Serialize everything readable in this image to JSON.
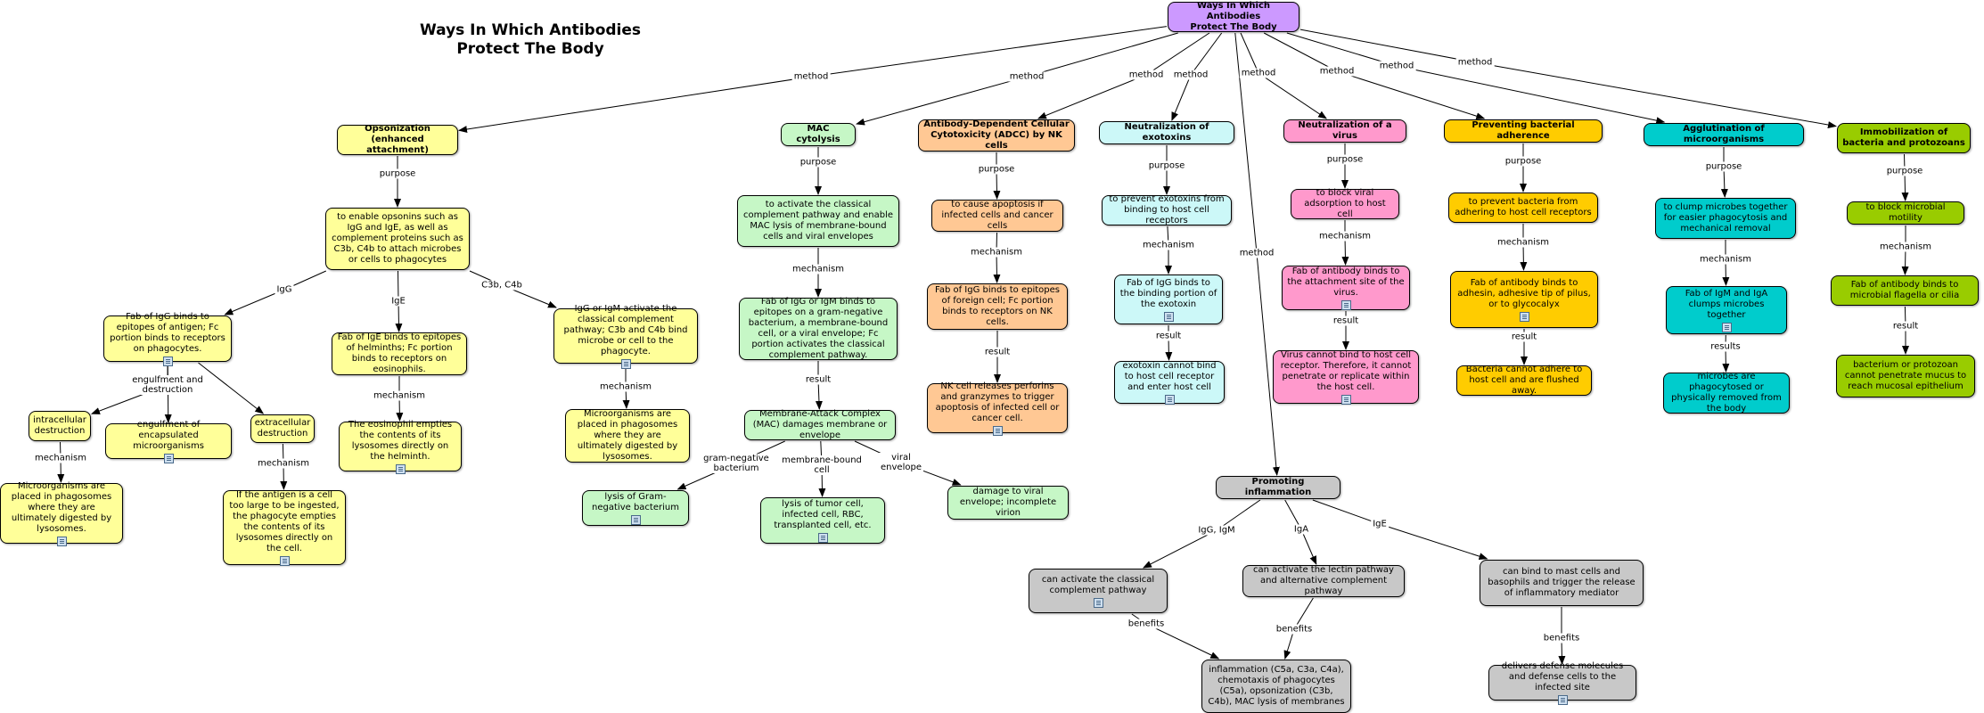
{
  "title": "Ways In Which Antibodies\nProtect The Body",
  "colors": {
    "root": "#cc99ff",
    "opsonization": "#ffff99",
    "mac": "#c6f7c6",
    "adcc": "#ffc894",
    "exotoxin": "#ccf8f8",
    "virus": "#ff99cc",
    "adherence": "#ffcc00",
    "agglutination": "#00cccc",
    "immobilization": "#99cc00",
    "inflammation": "#c8c8c8"
  },
  "nodes": {
    "root": {
      "text": "Ways In Which Antibodies\nProtect The Body"
    },
    "op": {
      "text": "Opsonization\n(enhanced attachment)"
    },
    "op_p": {
      "text": "to enable opsonins such as IgG and IgE, as well as complement proteins such as C3b, C4b to attach microbes or cells to phagocytes"
    },
    "op_igg": {
      "text": "Fab of IgG binds to epitopes of antigen; Fc portion binds to receptors on phagocytes."
    },
    "op_ige": {
      "text": "Fab of IgE binds to epitopes of helminths; Fc portion binds to receptors on eosinophils."
    },
    "op_c3b": {
      "text": "IgG or IgM activate the classical complement pathway; C3b and C4b bind microbe or cell to the phagocyte."
    },
    "op_intra": {
      "text": "intracellular destruction"
    },
    "op_engulf": {
      "text": "engulfment of encapsulated microorganisms"
    },
    "op_extra": {
      "text": "extracellular destruction"
    },
    "op_intra_m": {
      "text": "Microorganisms are placed in phagosomes where they are ultimately digested by lysosomes."
    },
    "op_extra_m": {
      "text": "If the antigen is a cell too large to be ingested, the phagocyte empties the contents of its lysosomes directly on the cell."
    },
    "op_eos": {
      "text": "The eosinophil empties the contents of its lysosomes directly on the helminth."
    },
    "op_c3b_m": {
      "text": "Microorganisms are placed in phagosomes where they are ultimately digested by lysosomes."
    },
    "mac": {
      "text": "MAC cytolysis"
    },
    "mac_p": {
      "text": "to activate the classical complement pathway and enable MAC lysis of membrane-bound cells and viral envelopes"
    },
    "mac_m": {
      "text": "Fab of IgG or IgM binds to epitopes on a gram-negative bacterium, a membrane-bound cell, or a viral envelope; Fc portion activates the classical complement pathway."
    },
    "mac_r": {
      "text": "Membrane-Attack Complex (MAC) damages membrane or envelope"
    },
    "mac_gn": {
      "text": "lysis of Gram-negative bacterium"
    },
    "mac_cell": {
      "text": "lysis of tumor cell, infected cell, RBC, transplanted cell, etc."
    },
    "mac_vir": {
      "text": "damage to viral envelope; incomplete virion"
    },
    "adcc": {
      "text": "Antibody-Dependent Cellular Cytotoxicity (ADCC) by NK cells"
    },
    "adcc_p": {
      "text": "to cause apoptosis if infected cells and cancer cells"
    },
    "adcc_m": {
      "text": "Fab of IgG binds to epitopes of foreign cell; Fc portion binds to receptors on NK cells."
    },
    "adcc_r": {
      "text": "NK cell releases perforins and granzymes to trigger apoptosis of infected cell or cancer cell."
    },
    "exo": {
      "text": "Neutralization of exotoxins"
    },
    "exo_p": {
      "text": "to prevent exotoxins from binding to host cell receptors"
    },
    "exo_m": {
      "text": "Fab of IgG binds to the binding portion of the exotoxin"
    },
    "exo_r": {
      "text": "exotoxin cannot bind to host cell receptor and enter host cell"
    },
    "vir": {
      "text": "Neutralization of a virus"
    },
    "vir_p": {
      "text": "to block viral adsorption to host cell"
    },
    "vir_m": {
      "text": "Fab of antibody binds to the attachment site of the virus."
    },
    "vir_r": {
      "text": "Virus cannot bind to host cell receptor. Therefore, it cannot penetrate or replicate within the host cell."
    },
    "adh": {
      "text": "Preventing bacterial adherence"
    },
    "adh_p": {
      "text": "to prevent bacteria from adhering to host cell receptors"
    },
    "adh_m": {
      "text": "Fab of antibody binds to adhesin, adhesive tip of pilus, or to glycocalyx"
    },
    "adh_r": {
      "text": "Bacteria cannot adhere to host cell and are flushed away."
    },
    "agg": {
      "text": "Agglutination of microorganisms"
    },
    "agg_p": {
      "text": "to clump microbes together for easier phagocytosis and mechanical removal"
    },
    "agg_m": {
      "text": "Fab of IgM and IgA clumps microbes together"
    },
    "agg_r": {
      "text": "microbes are phagocytosed or physically removed from the body"
    },
    "imm": {
      "text": "Immobilization of bacteria and protozoans"
    },
    "imm_p": {
      "text": "to block microbial motility"
    },
    "imm_m": {
      "text": "Fab of antibody binds to microbial flagella or cilia"
    },
    "imm_r": {
      "text": "bacterium or protozoan cannot penetrate mucus to reach mucosal epithelium"
    },
    "inf": {
      "text": "Promoting inflammation"
    },
    "inf_igg": {
      "text": "can activate the classical complement pathway"
    },
    "inf_iga": {
      "text": "can activate the lectin pathway and alternative complement pathway"
    },
    "inf_ige": {
      "text": "can bind to mast cells and basophils and trigger the release of inflammatory mediator"
    },
    "inf_res": {
      "text": "inflammation (C5a, C3a, C4a), chemotaxis of phagocytes (C5a), opsonization (C3b, C4b), MAC lysis of membranes"
    },
    "inf_ige_b": {
      "text": "delivers defense molecules and defense cells to the infected site"
    }
  },
  "edge_labels": {
    "method": "method",
    "purpose": "purpose",
    "mechanism": "mechanism",
    "result": "result",
    "results": "results",
    "benefits": "benefits",
    "IgG": "IgG",
    "IgE": "IgE",
    "C3b, C4b": "C3b, C4b",
    "engulfment and destruction": "engulfment and\ndestruction",
    "gram-negative bacterium": "gram-negative\nbacterium",
    "membrane-bound cell": "membrane-bound\ncell",
    "viral envelope": "viral\nenvelope",
    "IgG, IgM": "IgG, IgM",
    "IgA": "IgA"
  }
}
